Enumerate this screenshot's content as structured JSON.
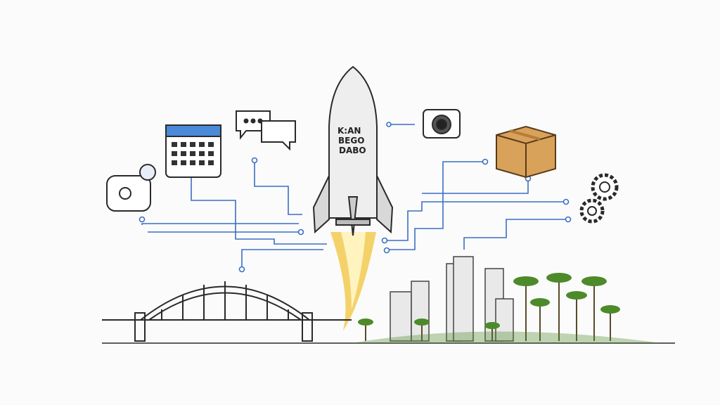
{
  "illustration": {
    "rocket_lettering": [
      "K:AN",
      "BEGO",
      "DABO"
    ],
    "colors": {
      "line": "#3a6fc4",
      "ink": "#2a2a2a",
      "flame": "#f2c43a",
      "box": "#d9a25a",
      "palm": "#4c8a2a",
      "calendar": "#4a8ad8"
    },
    "icons": [
      "calendar-icon",
      "chat-bubbles-icon",
      "camera-icon",
      "package-box-icon",
      "gears-icon",
      "phone-touch-icon",
      "rocket-icon",
      "bridge-icon",
      "city-skyline-icon",
      "palm-trees-icon"
    ]
  }
}
